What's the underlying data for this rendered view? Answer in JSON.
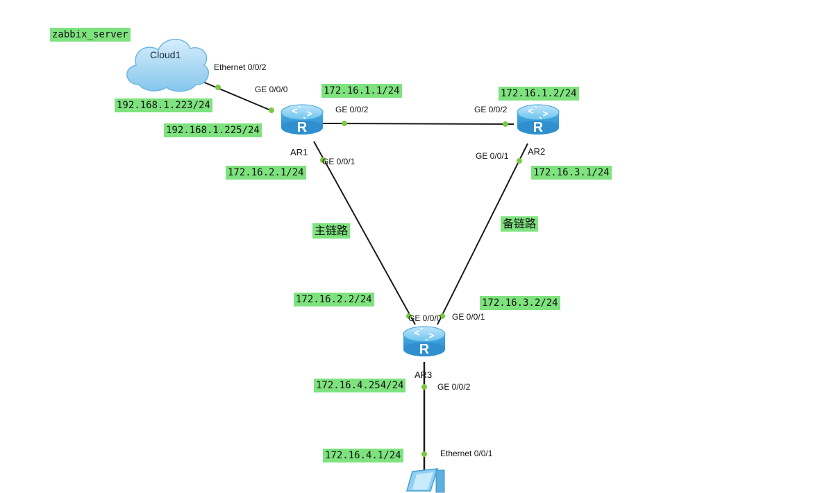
{
  "server_label": "zabbix_server",
  "devices": {
    "cloud": "Cloud1",
    "ar1": "AR1",
    "ar2": "AR2",
    "ar3": "AR3"
  },
  "ports": {
    "cloud_eth": "Ethernet 0/0/2",
    "ar1_ge000": "GE 0/0/0",
    "ar1_ge002": "GE 0/0/2",
    "ar1_ge001": "GE 0/0/1",
    "ar2_ge002": "GE 0/0/2",
    "ar2_ge001": "GE 0/0/1",
    "ar3_ge000": "GE 0/0/0",
    "ar3_ge001": "GE 0/0/1",
    "ar3_ge002": "GE 0/0/2",
    "pc_eth": "Ethernet 0/0/1"
  },
  "ips": {
    "cloud": "192.168.1.223/24",
    "ar1_ge000": "192.168.1.225/24",
    "ar1_ge002": "172.16.1.1/24",
    "ar2_ge002": "172.16.1.2/24",
    "ar1_ge001": "172.16.2.1/24",
    "ar2_ge001": "172.16.3.1/24",
    "ar3_ge000": "172.16.2.2/24",
    "ar3_ge001": "172.16.3.2/24",
    "ar3_ge002": "172.16.4.254/24",
    "pc": "172.16.4.1/24"
  },
  "links": {
    "primary": "主链路",
    "backup": "备链路"
  },
  "colors": {
    "ip_label_bg": "#7ee27e",
    "link": "#1a1a1a",
    "port_dot": "#7ac943",
    "router_body": "#5bb8e8",
    "cloud_fill": "#9fd3f0"
  }
}
